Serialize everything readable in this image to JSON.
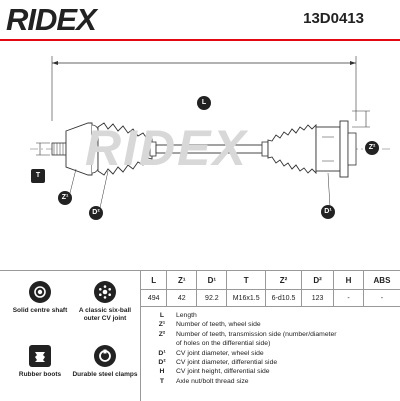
{
  "header": {
    "brand": "RIDEX",
    "part_number": "13D0413"
  },
  "drawing": {
    "labels": {
      "length": "L",
      "thread": "T",
      "z1": "Z¹",
      "d2": "D²",
      "z2": "Z²",
      "d1": "D¹"
    },
    "watermark": "RIDEX"
  },
  "features": [
    {
      "label": "Solid centre shaft",
      "icon": "solid-shaft-icon"
    },
    {
      "label": "A classic six-ball outer CV joint",
      "icon": "six-ball-joint-icon"
    },
    {
      "label": "Rubber boots",
      "icon": "rubber-boot-icon"
    },
    {
      "label": "Durable steel clamps",
      "icon": "steel-clamp-icon"
    }
  ],
  "spec_table": {
    "headers": [
      "L",
      "Z¹",
      "D¹",
      "T",
      "Z²",
      "D²",
      "H",
      "ABS"
    ],
    "values": [
      "494",
      "42",
      "92.2",
      "M16x1.5",
      "6-d10.5",
      "123",
      "-",
      "-"
    ]
  },
  "legend": [
    {
      "key": "L",
      "text": "Length"
    },
    {
      "key": "Z¹",
      "text": "Number of teeth, wheel side"
    },
    {
      "key": "Z²",
      "text": "Number of teeth, transmission side (number/diameter"
    },
    {
      "key": "",
      "text": "of holes on the differential side)"
    },
    {
      "key": "D¹",
      "text": "CV joint diameter, wheel side"
    },
    {
      "key": "D²",
      "text": "CV joint diameter, differential side"
    },
    {
      "key": "H",
      "text": "CV joint height, differential side"
    },
    {
      "key": "T",
      "text": "Axle nut/bolt thread size"
    }
  ],
  "colors": {
    "accent": "#e30613",
    "dark": "#222222",
    "line": "#999999"
  }
}
